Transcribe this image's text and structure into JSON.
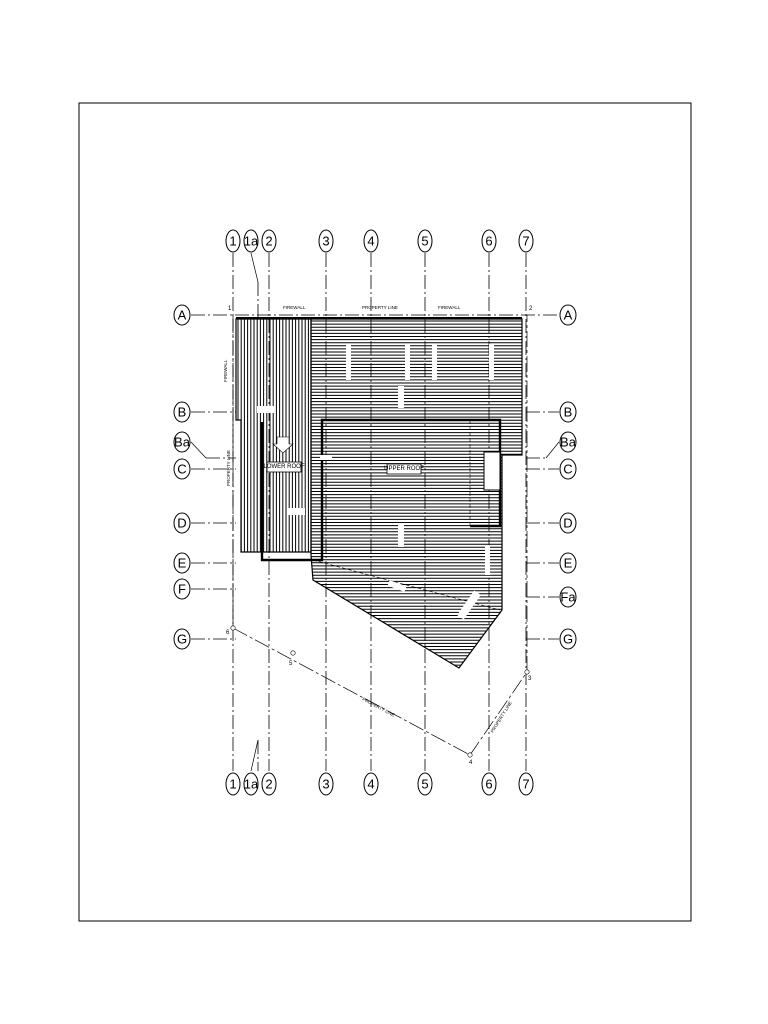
{
  "grid": {
    "columns": [
      "1",
      "1a",
      "2",
      "3",
      "4",
      "5",
      "6",
      "7"
    ],
    "rows_left": [
      "A",
      "B",
      "Ba",
      "C",
      "D",
      "E",
      "F",
      "G"
    ],
    "rows_right": [
      "A",
      "B",
      "Ba",
      "C",
      "D",
      "E",
      "Fa",
      "G"
    ]
  },
  "labels": {
    "lower_roof": "LOWER ROOF",
    "upper_roof": "UPPER ROOF",
    "firewall_top_left": "FIREWALL",
    "property_line_top": "PROPERTY LINE",
    "firewall_top_right": "FIREWALL",
    "firewall_vertical": "FIREWALL",
    "property_line_vertical": "PROPERTY LINE",
    "property_line_diagonal": "PROPERTY LINE",
    "property_line_right": "PROPERTY LINE"
  },
  "corner_numbers": {
    "c1": "1",
    "c2": "2",
    "c3": "3",
    "c4": "4",
    "c5": "5",
    "c6": "6"
  }
}
